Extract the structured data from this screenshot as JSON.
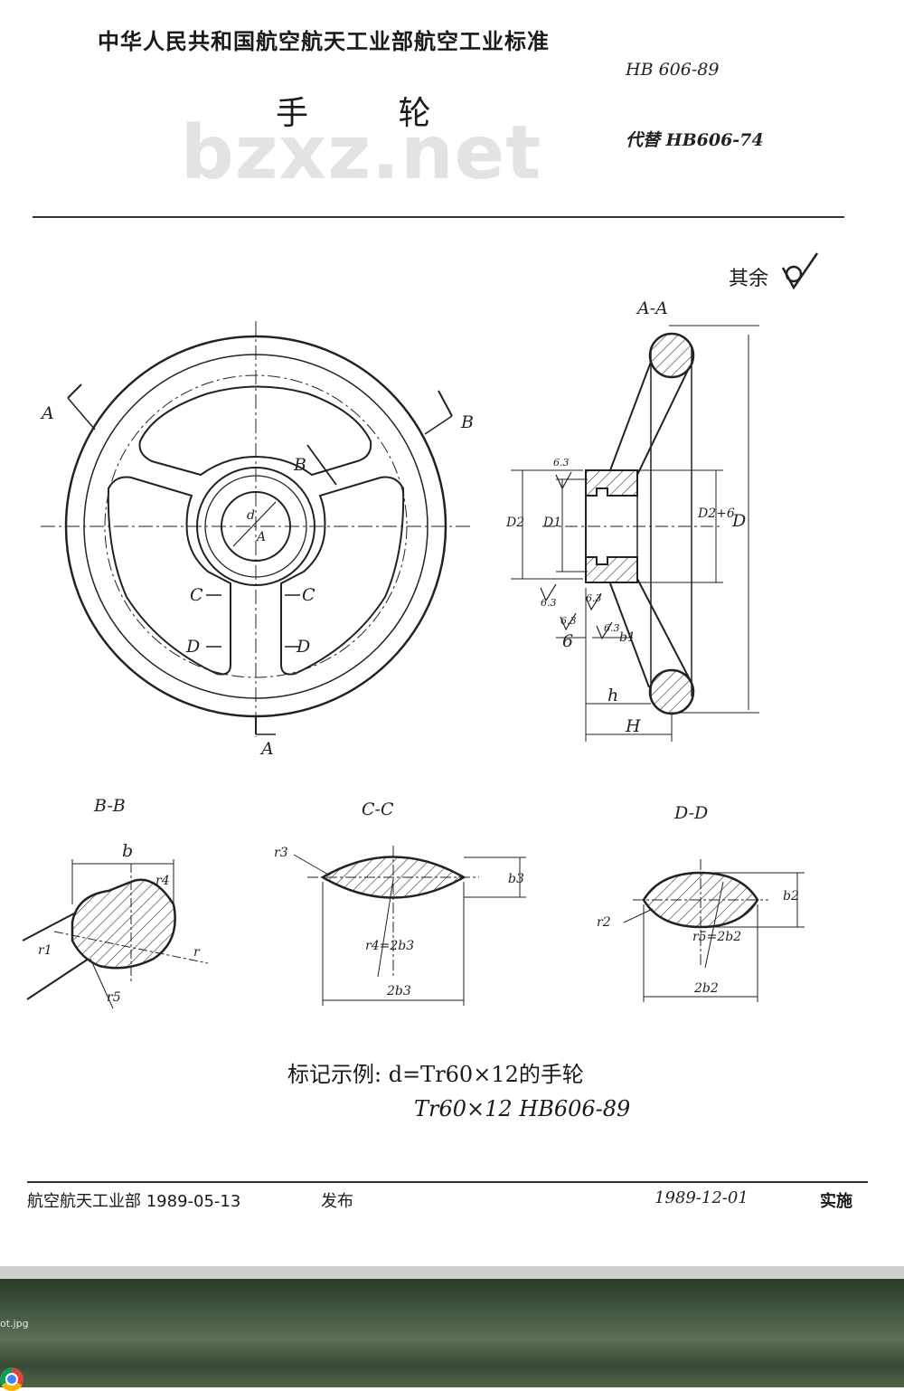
{
  "header": {
    "standard_body": "中华人民共和国航空航天工业部航空工业标准",
    "standard_number": "HB 606-89",
    "title": "手  轮",
    "replaces": "代替 HB606-74",
    "watermark": "bzxz.net"
  },
  "drawing": {
    "surface_note": "其余",
    "front_view": {
      "labels": [
        "A",
        "B",
        "B",
        "A",
        "C",
        "C",
        "D",
        "D",
        "d",
        "A"
      ]
    },
    "section_aa": {
      "title": "A-A",
      "dims": [
        "D",
        "D2",
        "D1",
        "D2+6",
        "h",
        "H",
        "b1",
        "6"
      ],
      "roughness": [
        "6.3",
        "6.3",
        "6.3",
        "6.3",
        "6.3"
      ]
    },
    "section_bb": {
      "title": "B-B",
      "dims": [
        "b",
        "r4",
        "r1",
        "r",
        "r5"
      ]
    },
    "section_cc": {
      "title": "C-C",
      "dims": [
        "r3",
        "b3",
        "r4=2b3",
        "2b3"
      ]
    },
    "section_dd": {
      "title": "D-D",
      "dims": [
        "b2",
        "r2",
        "r5=2b2",
        "2b2"
      ]
    }
  },
  "marking": {
    "example_title": "标记示例:  d=Tr60×12的手轮",
    "example_code": "Tr60×12   HB606-89"
  },
  "footer": {
    "issuer": "航空航天工业部 1989-05-13",
    "issue_label": "发布",
    "effective_date": "1989-12-01",
    "effective_label": "实施"
  },
  "taskbar": {
    "file_label": "ot.jpg"
  }
}
